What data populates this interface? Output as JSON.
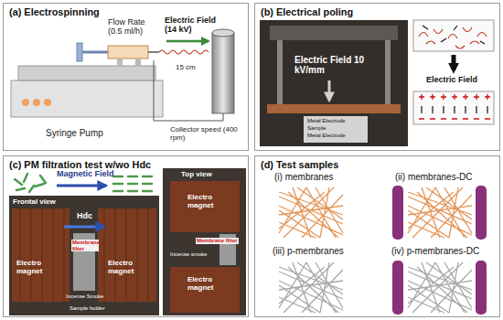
{
  "diagram": {
    "nodes": [
      {
        "text": [
          "(a) Electrospinning"
        ]
      },
      {
        "text": [
          "(b) Electrical poling"
        ]
      },
      {
        "text": [
          "(c) PM filtration test w/wo Hdc"
        ]
      },
      {
        "text": [
          "(d) Test samples"
        ]
      }
    ],
    "labels": [
      "Flow Rate (0.5 ml/h)",
      "Electric Field (14 kV)",
      "15 cm",
      "Syringe Pump",
      "Collector speed (400 rpm)",
      "Electric Field 10 kV/mm",
      "Metal Electrode",
      "Sample",
      "Metal Electrode",
      "Electric Field",
      "Magnetic Field",
      "Frontal view",
      "Hdc",
      "Electro magnet",
      "Electro magnet",
      "Membrane filter",
      "Incense Smoke",
      "Sample holder",
      "Top view",
      "Electro magnet",
      "Electro magnet",
      "Membrane filter",
      "Incense smoke",
      "(i) membranes",
      "(ii) membranes-DC",
      "(iii) p-membranes",
      "(iv) p-membranes-DC"
    ]
  }
}
